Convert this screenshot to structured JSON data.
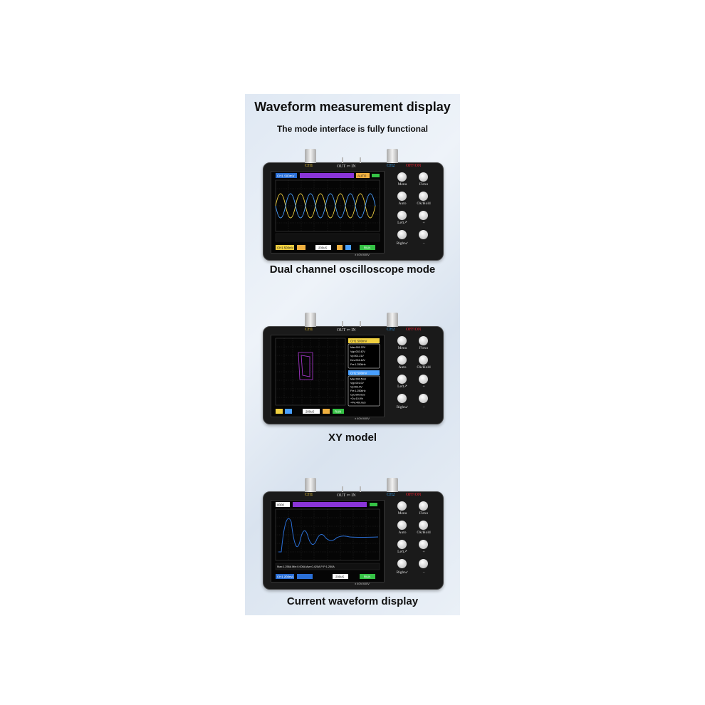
{
  "header": {
    "title": "Waveform measurement display",
    "subtitle": "The mode interface is fully functional"
  },
  "device_labels": {
    "ch1": "CH1",
    "ch2": "CH2",
    "out_in": "OUT ⇦ IN",
    "on_off": "OFF/ON",
    "spec": "± 40V/400V"
  },
  "keys": {
    "menu": "Menu",
    "flexo": "Flexo",
    "auto": "Auto",
    "ok_hold": "Ok/Hold",
    "left": "Left↗",
    "plus": "+",
    "right": "Right↙",
    "minus": "−"
  },
  "panels": [
    {
      "caption": "Dual channel oscilloscope mode",
      "screen": {
        "tag_left": "CH1 500mV",
        "tag_right": "AUTO",
        "bottom_left": "CH1 500mV",
        "bottom_mid": "200uS",
        "bottom_right": "RUN"
      }
    },
    {
      "caption": "XY model",
      "screen": {
        "tag_ch1": "CH1 500mV",
        "tag_ch2": "CH2 500mV",
        "meas_top": [
          "Max:001.22V",
          "Vpp:002.42V",
          "Vp:001.21V",
          "Dev:004.4dV",
          "Fre:1.250kHz"
        ],
        "meas_bottom": [
          "Max:000.5mV",
          "Vpp:001.0V",
          "Vp:001.5V",
          "Fre:1.250kHz",
          "Cyc:000.0uS",
          "+Du:10.0%",
          "+Pw:400.0uS"
        ],
        "bottom_mid": "200uS",
        "bottom_right": "RUN"
      }
    },
    {
      "caption": "Current waveform display",
      "screen": {
        "tag_left": "0000",
        "meas": "Max:1.256A   Min:0.006A   Ave:0.420A   P-P:1.250A",
        "bottom_left": "CH1 200mA",
        "bottom_mid": "200uS",
        "bottom_right": "RUN"
      }
    }
  ],
  "colors": {
    "ch1": "#f0d040",
    "ch2": "#4aa0ff",
    "purple": "#8a35d8",
    "run": "#35c245"
  }
}
